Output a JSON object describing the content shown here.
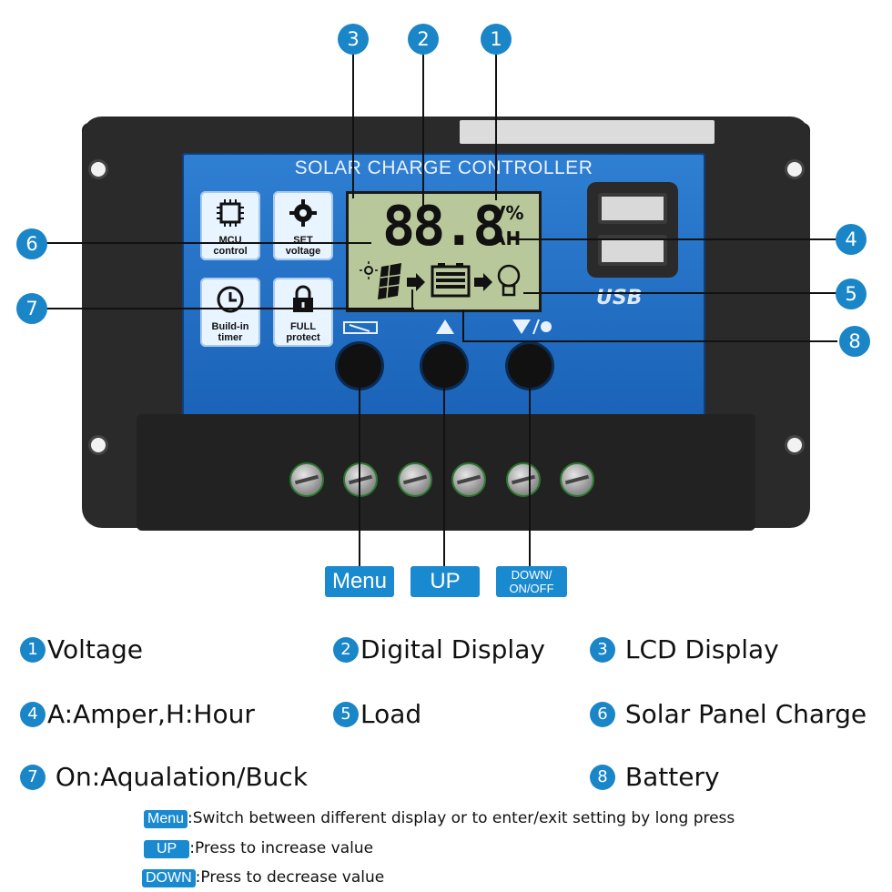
{
  "device": {
    "title": "SOLAR CHARGE CONTROLLER",
    "usb_label": "USB",
    "tiles": [
      {
        "label": "MCU\ncontrol",
        "icon": "chip-icon"
      },
      {
        "label": "SET\nvoltage",
        "icon": "gear-icon"
      },
      {
        "label": "Build-in\ntimer",
        "icon": "clock-icon"
      },
      {
        "label": "FULL\nprotect",
        "icon": "lock-icon"
      }
    ],
    "lcd": {
      "digits": "88.8",
      "unit_top": "V%",
      "unit_bottom": "AH"
    }
  },
  "callouts": [
    "1",
    "2",
    "3",
    "4",
    "5",
    "6",
    "7",
    "8"
  ],
  "button_tags": {
    "menu": "Menu",
    "up": "UP",
    "down": "DOWN/\nON/OFF"
  },
  "legend": [
    {
      "num": "1",
      "text": "Voltage"
    },
    {
      "num": "2",
      "text": "Digital Display"
    },
    {
      "num": "3",
      "text": "LCD Display"
    },
    {
      "num": "4",
      "text": "A:Amper,H:Hour"
    },
    {
      "num": "5",
      "text": "Load"
    },
    {
      "num": "6",
      "text": "Solar Panel Charge"
    },
    {
      "num": "7",
      "text": "On:Aqualation/Buck"
    },
    {
      "num": "8",
      "text": "Battery"
    }
  ],
  "notes": [
    {
      "chip": "Menu",
      "text": ":Switch between different display or to enter/exit setting by long press"
    },
    {
      "chip": "UP",
      "text": ":Press to increase value"
    },
    {
      "chip": "DOWN",
      "text": ":Press to decrease value"
    }
  ],
  "colors": {
    "panel": "#1f6cc2",
    "callout": "#1a86c8",
    "lcd": "#b9c89a"
  }
}
